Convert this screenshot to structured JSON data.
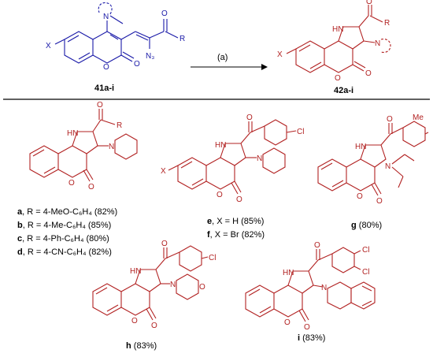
{
  "colors": {
    "product": "#b22222",
    "reactant": "#1a1aa8",
    "text": "#000000"
  },
  "header": {
    "reactant_label": "41a-i",
    "product_label": "42a-i",
    "condition": "(a)",
    "atoms": {
      "x": "X",
      "n": "N",
      "o": "O",
      "n3": "N₃",
      "r": "R",
      "hn": "HN"
    }
  },
  "compounds": {
    "abcd": {
      "lines": [
        {
          "id": "a",
          "text": ", R = 4-MeO-C₆H₄ (82%)"
        },
        {
          "id": "b",
          "text": ", R = 4-Me-C₆H₄ (85%)"
        },
        {
          "id": "c",
          "text": ", R = 4-Ph-C₆H₄ (80%)"
        },
        {
          "id": "d",
          "text": ", R = 4-CN-C₆H₄ (82%)"
        }
      ]
    },
    "ef": {
      "lines": [
        {
          "id": "e",
          "text": ", X = H (85%)"
        },
        {
          "id": "f",
          "text": ", X = Br (82%)"
        }
      ],
      "sub_cl": "Cl",
      "sub_x": "X"
    },
    "g": {
      "id": "g",
      "text": " (80%)",
      "sub": "Me"
    },
    "h": {
      "id": "h",
      "text": " (83%)",
      "sub": "Cl"
    },
    "i": {
      "id": "i",
      "text": " (83%)",
      "sub1": "Cl",
      "sub2": "Cl"
    }
  }
}
